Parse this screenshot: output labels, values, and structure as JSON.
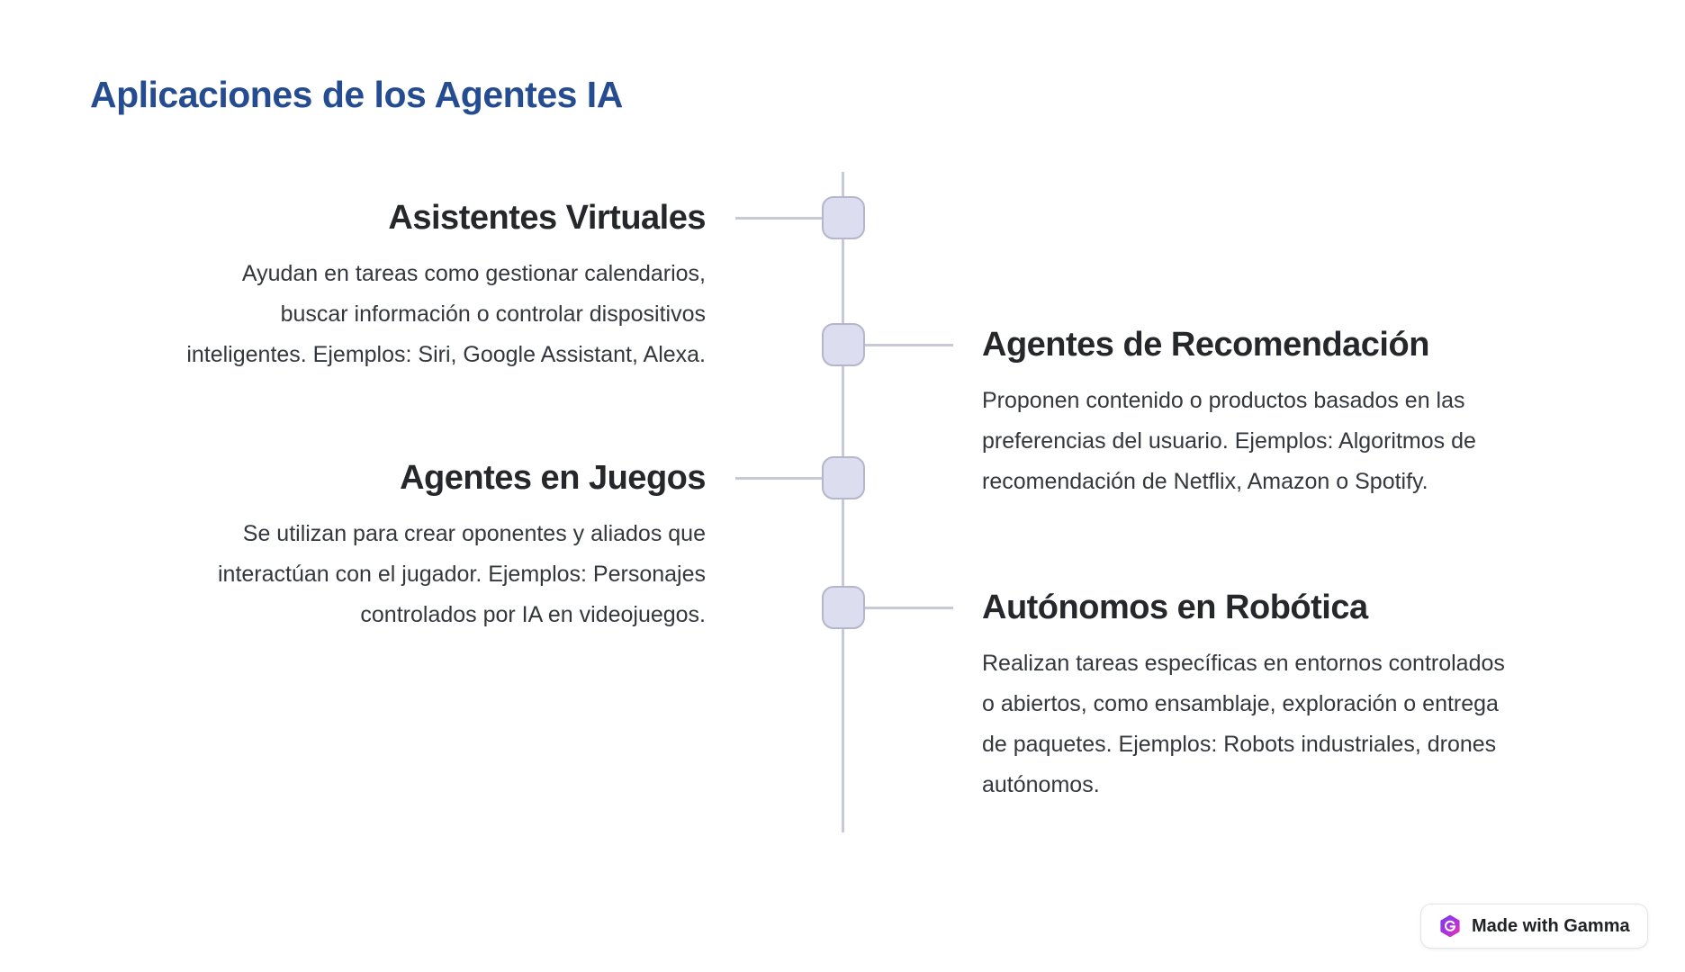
{
  "title": "Aplicaciones de los Agentes IA",
  "colors": {
    "accent": "#254C91",
    "heading": "#25272b",
    "body-color": "#34373c",
    "line": "#c8c9d8",
    "node-fill": "#dcddee",
    "node-border": "#b4b6ce",
    "badge-text": "#202226"
  },
  "timeline": {
    "sections": [
      {
        "side": "left",
        "title": "Asistentes Virtuales",
        "lines": [
          "Ayudan en tareas como gestionar calendarios,",
          "buscar información o controlar dispositivos",
          "inteligentes. Ejemplos: Siri, Google Assistant, Alexa."
        ]
      },
      {
        "side": "right",
        "title": "Agentes de Recomendación",
        "lines": [
          "Proponen contenido o productos basados en las",
          "preferencias del usuario. Ejemplos: Algoritmos de",
          "recomendación de Netflix, Amazon o Spotify."
        ]
      },
      {
        "side": "left",
        "title": "Agentes en Juegos",
        "lines": [
          "Se utilizan para crear oponentes y aliados que",
          "interactúan con el jugador. Ejemplos: Personajes",
          "controlados por IA en videojuegos."
        ]
      },
      {
        "side": "right",
        "title": "Autónomos en Robótica",
        "lines": [
          "Realizan tareas específicas en entornos controlados",
          "o abiertos, como ensamblaje, exploración o entrega",
          "de paquetes. Ejemplos: Robots industriales, drones",
          "autónomos."
        ]
      }
    ]
  },
  "badge": {
    "label": "Made with Gamma",
    "logo": "gamma-logo",
    "logo_gradient": [
      "#7b3df0",
      "#a832e0",
      "#e534b8"
    ]
  }
}
